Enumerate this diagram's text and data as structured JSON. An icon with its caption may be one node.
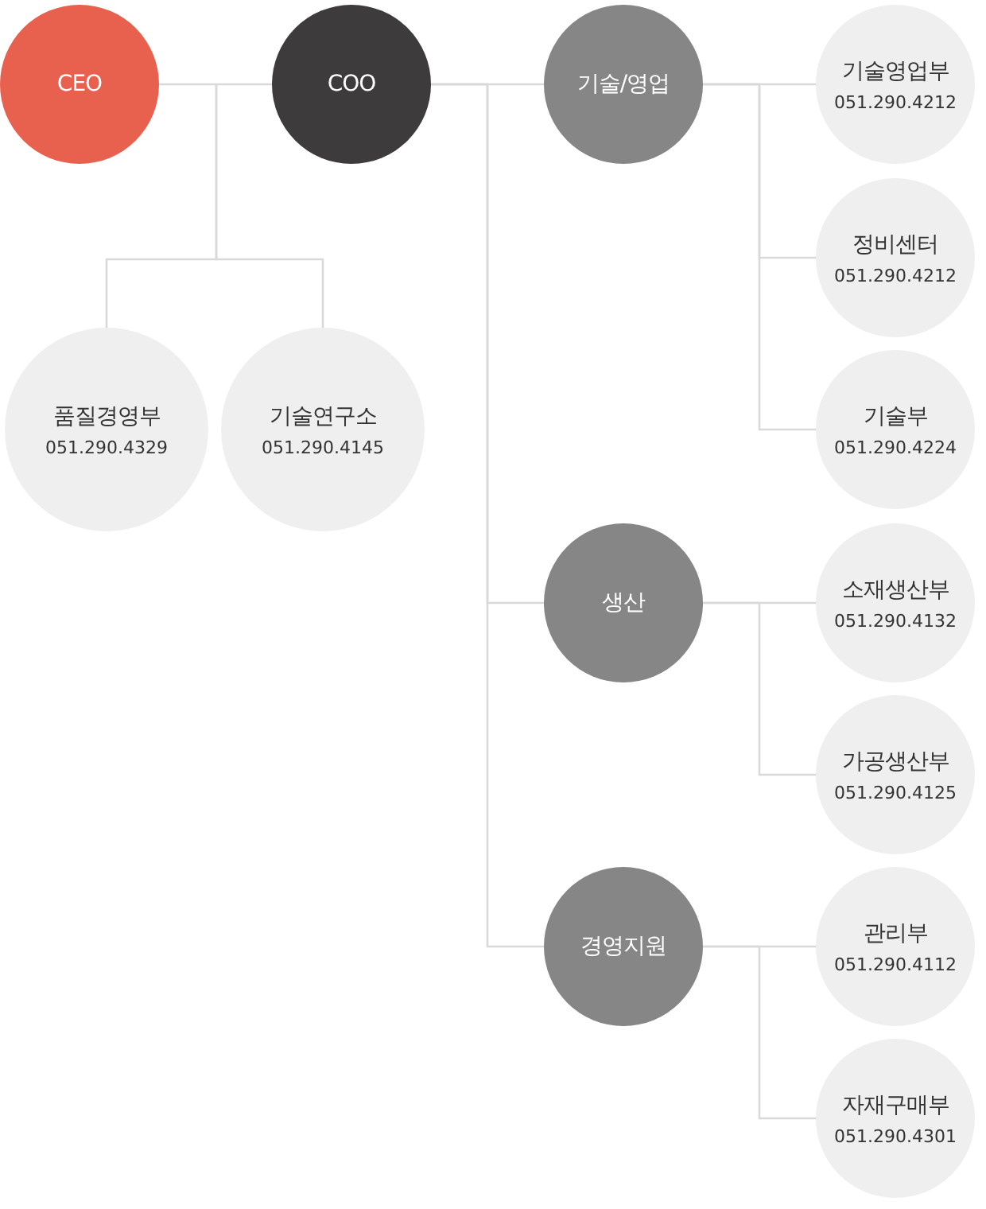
{
  "diagram": {
    "nodes": [
      {
        "text": [
          "CEO"
        ]
      },
      {
        "text": [
          "COO"
        ]
      },
      {
        "text": [
          "품질경영부",
          "051.290.4329"
        ]
      },
      {
        "text": [
          "기술연구소",
          "051.290.4145"
        ]
      },
      {
        "text": [
          "기술/영업"
        ]
      },
      {
        "text": [
          "기술영업부",
          "051.290.4212"
        ]
      },
      {
        "text": [
          "정비센터",
          "051.290.4212"
        ]
      },
      {
        "text": [
          "기술부",
          "051.290.4224"
        ]
      },
      {
        "text": [
          "생산"
        ]
      },
      {
        "text": [
          "소재생산부",
          "051.290.4132"
        ]
      },
      {
        "text": [
          "가공생산부",
          "051.290.4125"
        ]
      },
      {
        "text": [
          "경영지원"
        ]
      },
      {
        "text": [
          "관리부",
          "051.290.4112"
        ]
      },
      {
        "text": [
          "자재구매부",
          "051.290.4301"
        ]
      }
    ],
    "edges": [
      {
        "from": 0,
        "to": 1,
        "arrow": "none"
      },
      {
        "from": 0,
        "to": 2,
        "arrow": "none"
      },
      {
        "from": 0,
        "to": 3,
        "arrow": "none"
      },
      {
        "from": 1,
        "to": 4,
        "arrow": "none"
      },
      {
        "from": 1,
        "to": 8,
        "arrow": "none"
      },
      {
        "from": 1,
        "to": 11,
        "arrow": "none"
      },
      {
        "from": 4,
        "to": 5,
        "arrow": "none"
      },
      {
        "from": 4,
        "to": 6,
        "arrow": "none"
      },
      {
        "from": 4,
        "to": 7,
        "arrow": "none"
      },
      {
        "from": 8,
        "to": 9,
        "arrow": "none"
      },
      {
        "from": 8,
        "to": 10,
        "arrow": "none"
      },
      {
        "from": 11,
        "to": 12,
        "arrow": "none"
      },
      {
        "from": 11,
        "to": 13,
        "arrow": "none"
      }
    ]
  }
}
